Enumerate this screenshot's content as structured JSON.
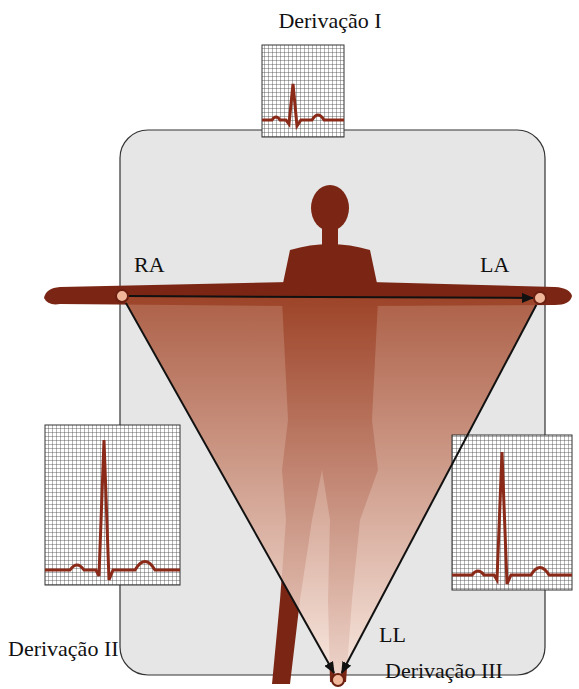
{
  "diagram": {
    "nodes": [
      {
        "text": [
          "RA"
        ]
      },
      {
        "text": [
          "LA"
        ]
      },
      {
        "text": [
          "LL"
        ]
      }
    ],
    "edges": [
      {
        "from": 0,
        "to": 1,
        "arrow": "to"
      },
      {
        "from": 0,
        "to": 2,
        "arrow": "to"
      },
      {
        "from": 1,
        "to": 2,
        "arrow": "to"
      }
    ],
    "labels": [
      "Derivação I",
      "Derivação II",
      "Derivação III"
    ]
  }
}
